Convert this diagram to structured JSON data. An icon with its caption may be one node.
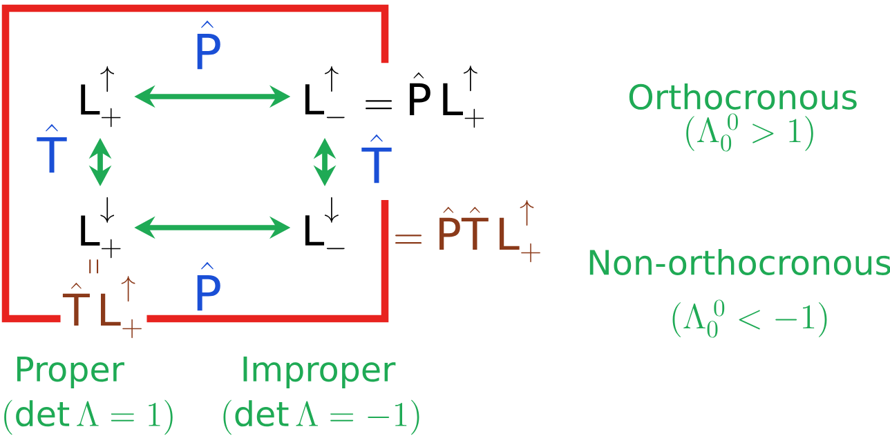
{
  "diagram": {
    "nodes": [
      {
        "text": [],
        "shape": "box"
      },
      {
        "text": [
          "\\mathrm{L}_{+}^{\\uparrow}"
        ],
        "in": 0
      },
      {
        "text": [
          "\\mathrm{L}_{-}^{\\uparrow}"
        ],
        "in": 0,
        "beside": [
          "= \\hat{\\mathrm{P}}\\, \\mathrm{L}_{+}^{\\uparrow}"
        ]
      },
      {
        "text": [
          "\\mathrm{L}_{+}^{\\downarrow}"
        ],
        "in": 0,
        "beside": [
          "=",
          "\\hat{\\mathrm{T}}\\, \\mathrm{L}_{+}^{\\uparrow}"
        ]
      },
      {
        "text": [
          "\\mathrm{L}_{-}^{\\downarrow}"
        ],
        "in": 0,
        "beside": [
          "= \\hat{\\mathrm{P}}\\hat{\\mathrm{T}}\\, \\mathrm{L}_{+}^{\\uparrow}"
        ]
      }
    ],
    "edges": [
      {
        "from": 1,
        "to": 2,
        "arrow": "both",
        "label": "\\hat{\\mathrm{P}}"
      },
      {
        "from": 1,
        "to": 3,
        "arrow": "both",
        "label": "\\hat{\\mathrm{T}}"
      },
      {
        "from": 2,
        "to": 4,
        "arrow": "both",
        "label": "\\hat{\\mathrm{T}}"
      },
      {
        "from": 3,
        "to": 4,
        "arrow": "both",
        "label": "\\hat{\\mathrm{P}}"
      }
    ],
    "labels": [
      "Orthocronous",
      "(\\Lambda_{0}^{\\;0} > 1)",
      "Non-orthocronous",
      "(\\Lambda_{0}^{\\;0} < -1)",
      "Proper",
      "(\\det \\Lambda = 1)",
      "Improper",
      "(\\det \\Lambda = -1)"
    ]
  }
}
